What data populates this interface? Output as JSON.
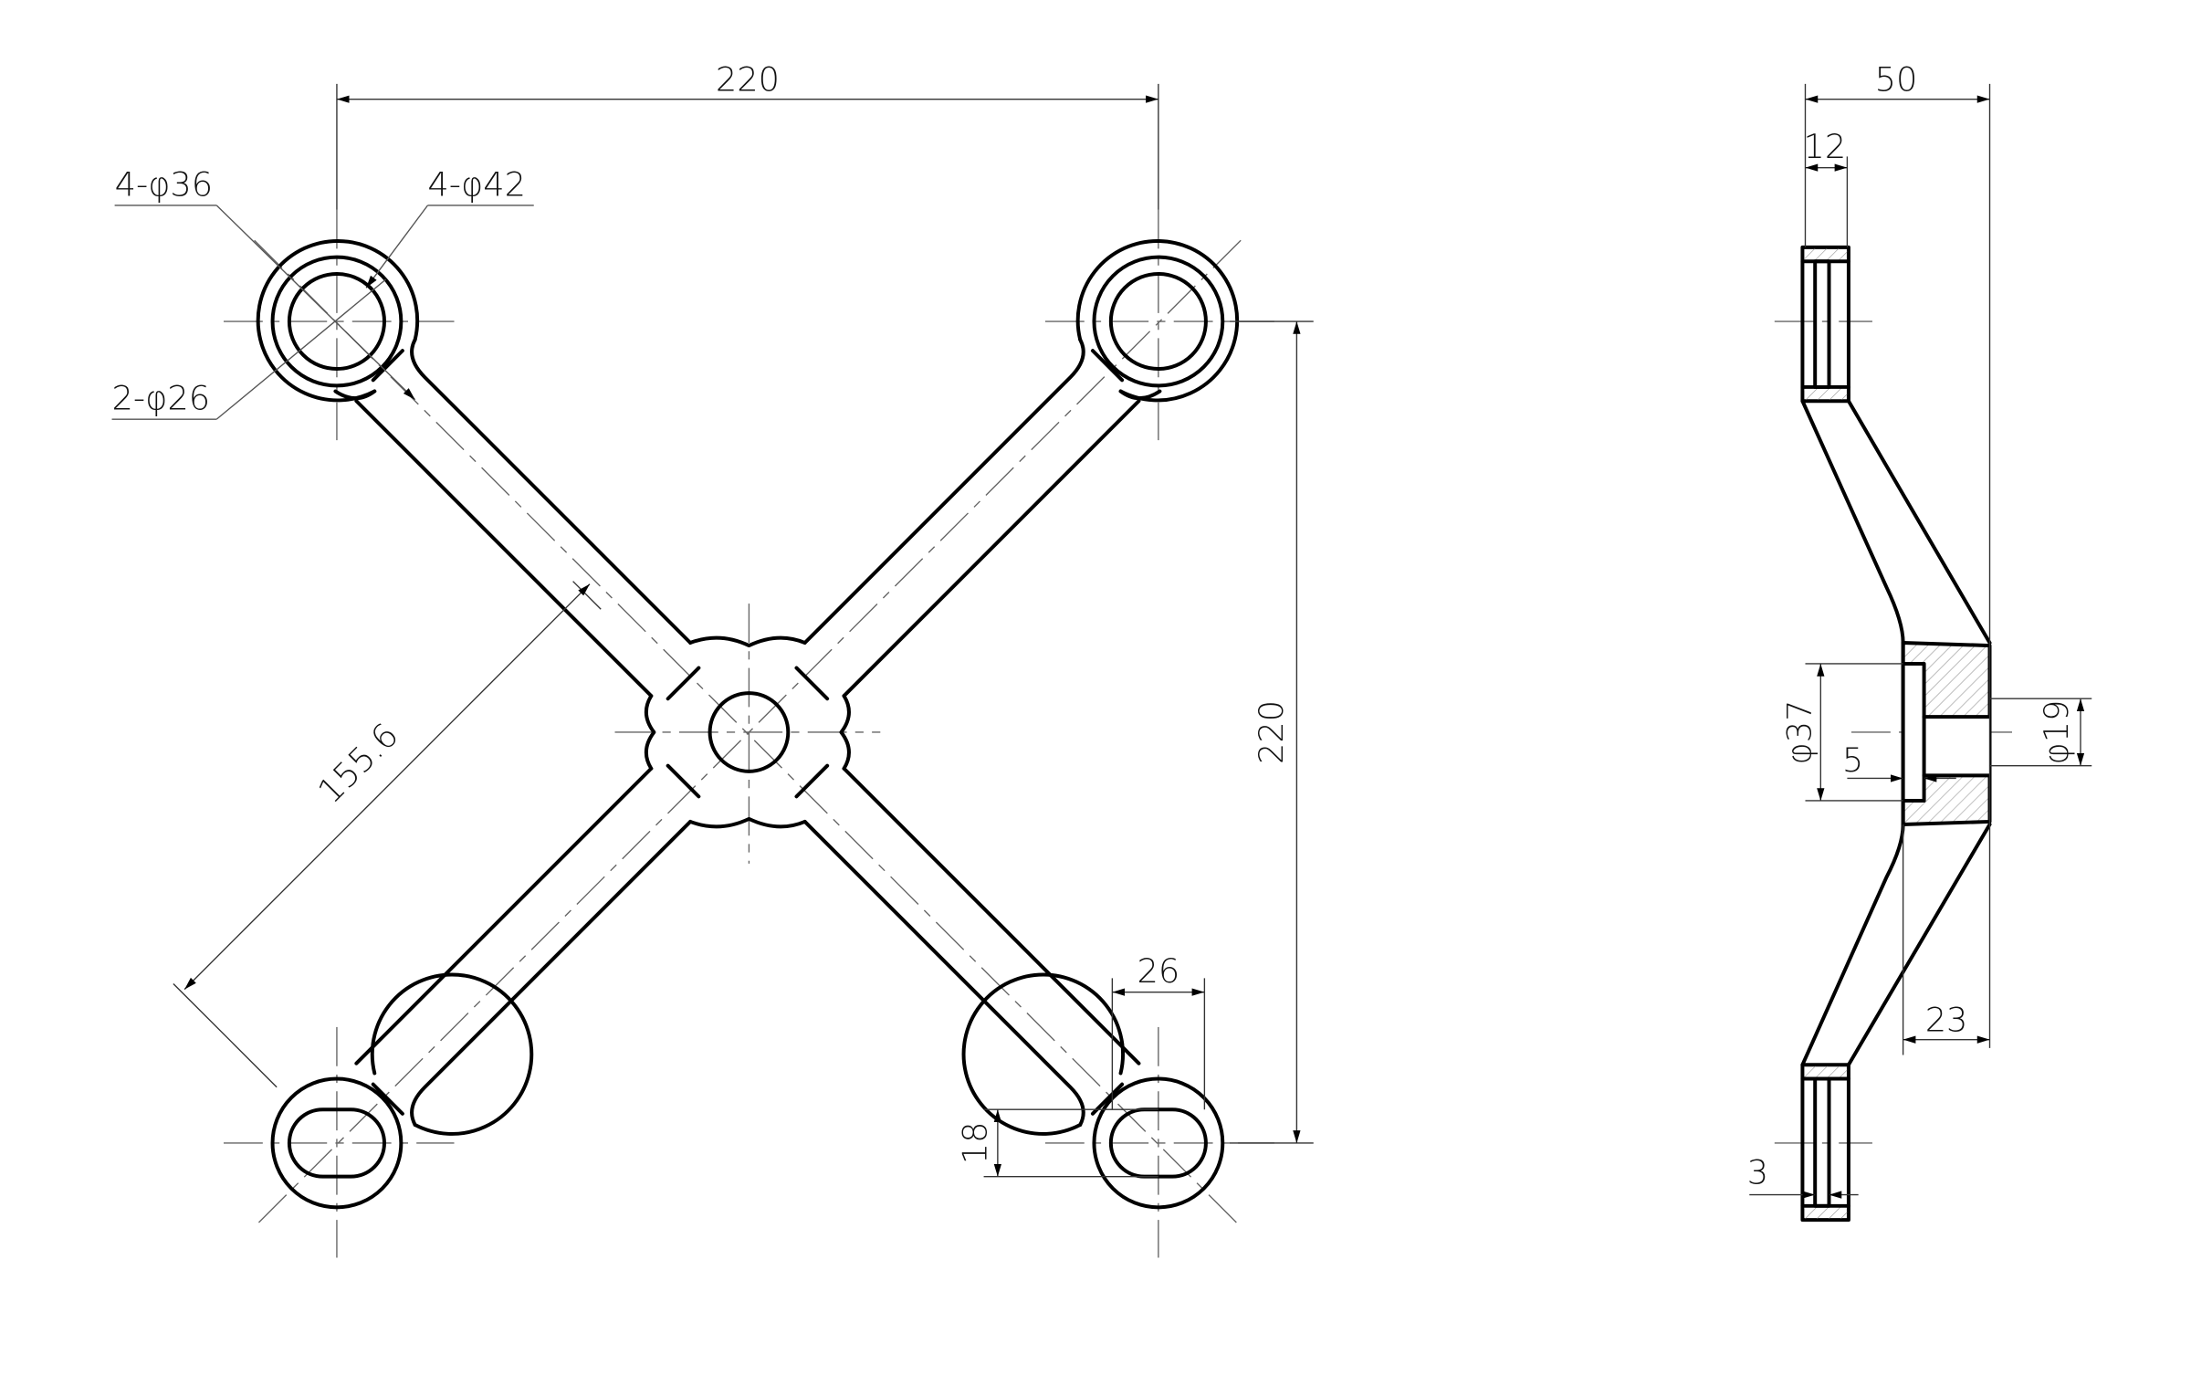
{
  "drawing": {
    "front_view": {
      "overall_width": "220",
      "overall_height": "220",
      "arm_length": "155.6",
      "inner_ring_callout": "4-φ36",
      "outer_ring_callout": "4-φ42",
      "hole_callout": "2-φ26",
      "slot_width": "26",
      "slot_height": "18"
    },
    "side_view": {
      "overall_depth": "50",
      "flange_thickness": "12",
      "counterbore_diameter": "φ37",
      "counterbore_depth": "5",
      "bore_diameter": "φ19",
      "hub_depth": "23",
      "slot_step": "3"
    }
  }
}
